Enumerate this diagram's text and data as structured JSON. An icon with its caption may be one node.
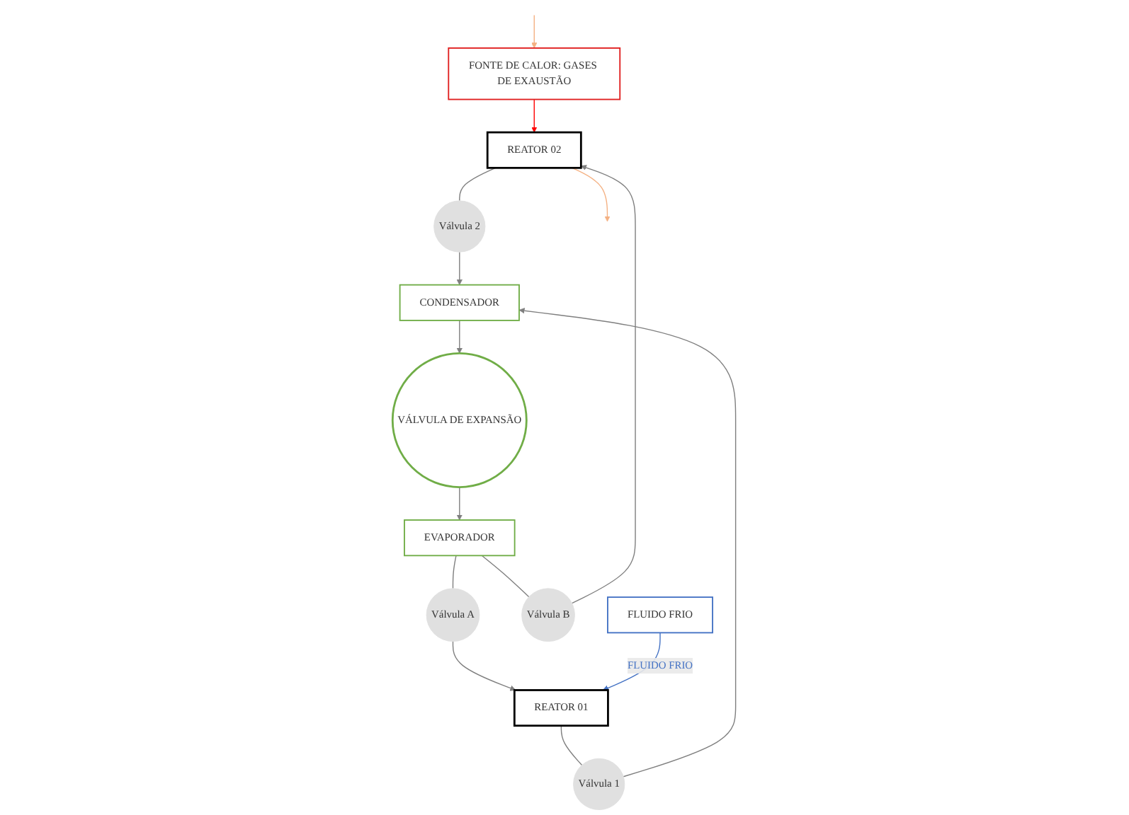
{
  "diagram": {
    "nodes": [
      {
        "text": [
          "FONTE DE CALOR: GASES DE EXAUSTÃO"
        ]
      },
      {
        "text": [
          "REATOR 01"
        ]
      },
      {
        "text": [
          "CONDENSADOR"
        ]
      },
      {
        "text": [
          "REATOR 02"
        ]
      },
      {
        "text": [
          "Válvula 1"
        ]
      },
      {
        "text": [
          "Válvula 2"
        ]
      },
      {
        "text": [
          "VÁLVULA DE EXPANSÃO"
        ]
      },
      {
        "text": [
          "EVAPORADOR"
        ]
      },
      {
        "text": [
          "Válvula A"
        ]
      },
      {
        "text": [
          "Válvula B"
        ]
      },
      {
        "text": [
          "FLUIDO FRIO"
        ]
      }
    ],
    "edges": [
      {
        "from": null,
        "to": 0,
        "arrow": "to",
        "color": "#f4b183"
      },
      {
        "from": 0,
        "to": 3,
        "arrow": "to",
        "color": "#ff0000"
      },
      {
        "from": 1,
        "to": 4,
        "arrow": "none"
      },
      {
        "from": 4,
        "to": 2,
        "arrow": "to"
      },
      {
        "from": 3,
        "to": 5,
        "arrow": "none"
      },
      {
        "from": 5,
        "to": 2,
        "arrow": "to"
      },
      {
        "from": 2,
        "to": 6,
        "arrow": "to"
      },
      {
        "from": 6,
        "to": 7,
        "arrow": "to"
      },
      {
        "from": 7,
        "to": 8,
        "arrow": "none"
      },
      {
        "from": 8,
        "to": 1,
        "arrow": "to"
      },
      {
        "from": 7,
        "to": 9,
        "arrow": "none"
      },
      {
        "from": 9,
        "to": 3,
        "arrow": "to"
      },
      {
        "from": 3,
        "to": null,
        "arrow": "to",
        "color": "#f4b183"
      },
      {
        "from": 10,
        "to": 1,
        "arrow": "to",
        "label": "FLUIDO FRIO",
        "color": "#4472c4"
      }
    ]
  }
}
